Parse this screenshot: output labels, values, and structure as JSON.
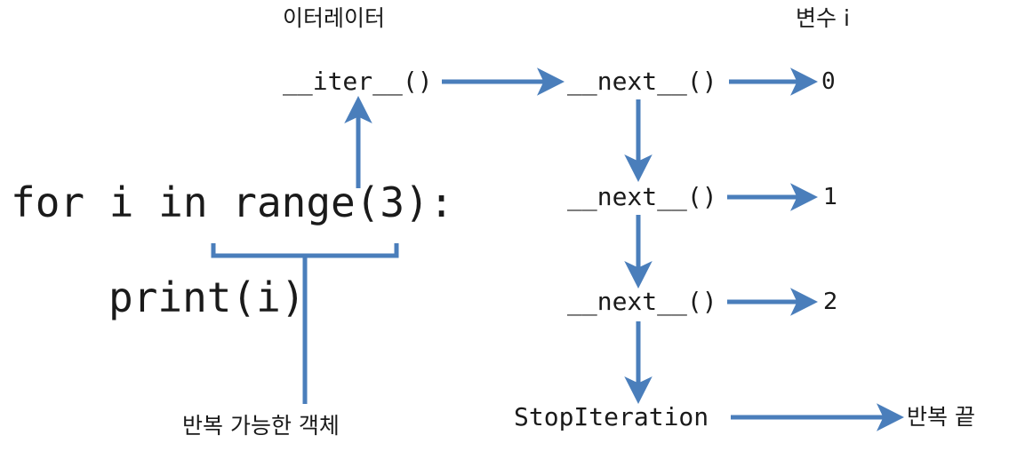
{
  "diagram": {
    "title_iterator": "이터레이터",
    "title_variable": "변수 i",
    "code_line1": "for i in range(3):",
    "code_line2": "print(i)",
    "iter_call": "__iter__()",
    "next_call_1": "__next__()",
    "next_call_2": "__next__()",
    "next_call_3": "__next__()",
    "value_0": "0",
    "value_1": "1",
    "value_2": "2",
    "stop_iteration": "StopIteration",
    "loop_end": "반복 끝",
    "iterable_label": "반복 가능한 객체",
    "accent_color": "#4A7EBB",
    "text_color": "#1A1A1A",
    "background_color": "#FFFFFF"
  }
}
